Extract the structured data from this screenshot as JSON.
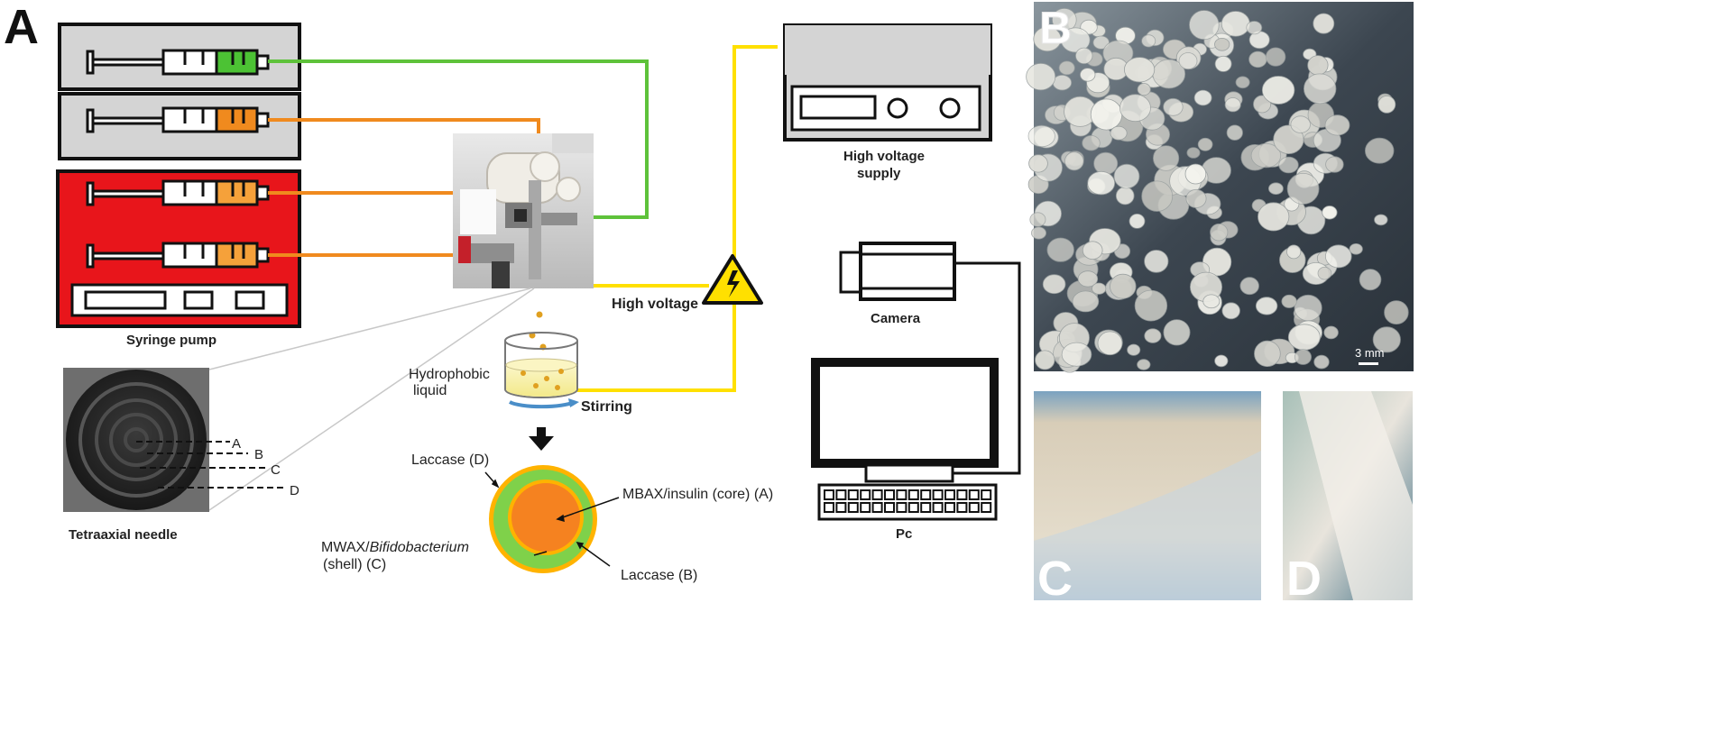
{
  "panels": {
    "a": "A",
    "b": "B",
    "c": "C",
    "d": "D"
  },
  "labels": {
    "syringe_pump": "Syringe pump",
    "tetraaxial_needle": "Tetraaxial needle",
    "high_voltage": "High voltage",
    "high_voltage_supply_line1": "High voltage",
    "high_voltage_supply_line2": "supply",
    "camera": "Camera",
    "pc": "Pc",
    "hydrophobic_line1": "Hydrophobic",
    "hydrophobic_line2": "liquid",
    "stirring": "Stirring",
    "needle_a": "A",
    "needle_b": "B",
    "needle_c": "C",
    "needle_d": "D",
    "laccase_d": "Laccase (D)",
    "mbax_core": "MBAX/insulin (core) (A)",
    "mwax_prefix": "MWAX/",
    "mwax_italic": "Bifidobacterium",
    "mwax_line2": "(shell) (C)",
    "laccase_b": "Laccase (B)",
    "scale_bar": "3 mm"
  },
  "colors": {
    "green_line": "#5ec23a",
    "orange_line": "#f08a1e",
    "yellow_line": "#ffe000",
    "pump_red": "#e8151b",
    "pump_gray": "#d4d4d4",
    "capsule_outer": "#ffb300",
    "capsule_shell": "#7fd14a",
    "capsule_core": "#f58220"
  },
  "icons": [
    "warning-high-voltage-icon",
    "camera-icon",
    "monitor-icon",
    "keyboard-icon",
    "beaker-icon",
    "arrow-down-icon"
  ]
}
